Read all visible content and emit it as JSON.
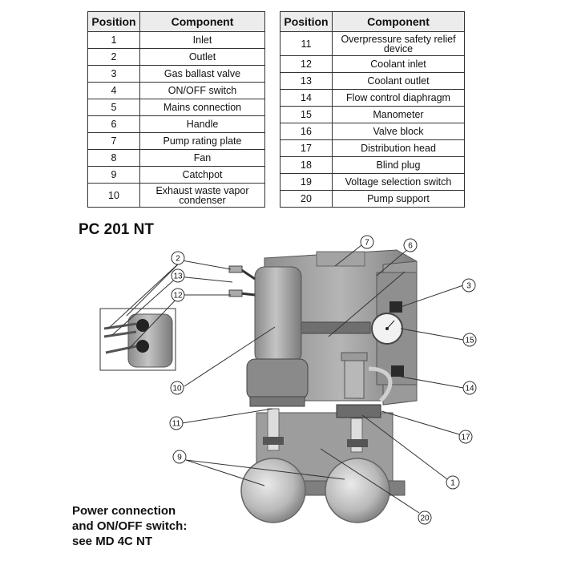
{
  "tables": {
    "header_position": "Position",
    "header_component": "Component",
    "left": [
      {
        "pos": "1",
        "comp": "Inlet"
      },
      {
        "pos": "2",
        "comp": "Outlet"
      },
      {
        "pos": "3",
        "comp": "Gas ballast valve"
      },
      {
        "pos": "4",
        "comp": "ON/OFF switch"
      },
      {
        "pos": "5",
        "comp": "Mains connection"
      },
      {
        "pos": "6",
        "comp": "Handle"
      },
      {
        "pos": "7",
        "comp": "Pump rating plate"
      },
      {
        "pos": "8",
        "comp": "Fan"
      },
      {
        "pos": "9",
        "comp": "Catchpot"
      },
      {
        "pos": "10",
        "comp": "Exhaust waste vapor condenser"
      }
    ],
    "right": [
      {
        "pos": "11",
        "comp": "Overpressure safety relief device"
      },
      {
        "pos": "12",
        "comp": "Coolant inlet"
      },
      {
        "pos": "13",
        "comp": "Coolant outlet"
      },
      {
        "pos": "14",
        "comp": "Flow control diaphragm"
      },
      {
        "pos": "15",
        "comp": "Manometer"
      },
      {
        "pos": "16",
        "comp": "Valve block"
      },
      {
        "pos": "17",
        "comp": "Distribution head"
      },
      {
        "pos": "18",
        "comp": "Blind plug"
      },
      {
        "pos": "19",
        "comp": "Voltage selection switch"
      },
      {
        "pos": "20",
        "comp": "Pump support"
      }
    ]
  },
  "model_title": "PC 201 NT",
  "power_note": [
    "Power connection",
    "and ON/OFF switch:",
    "see MD 4C NT"
  ],
  "callouts": [
    "7",
    "6",
    "2",
    "13",
    "12",
    "3",
    "15",
    "10",
    "14",
    "11",
    "17",
    "9",
    "1",
    "20"
  ]
}
